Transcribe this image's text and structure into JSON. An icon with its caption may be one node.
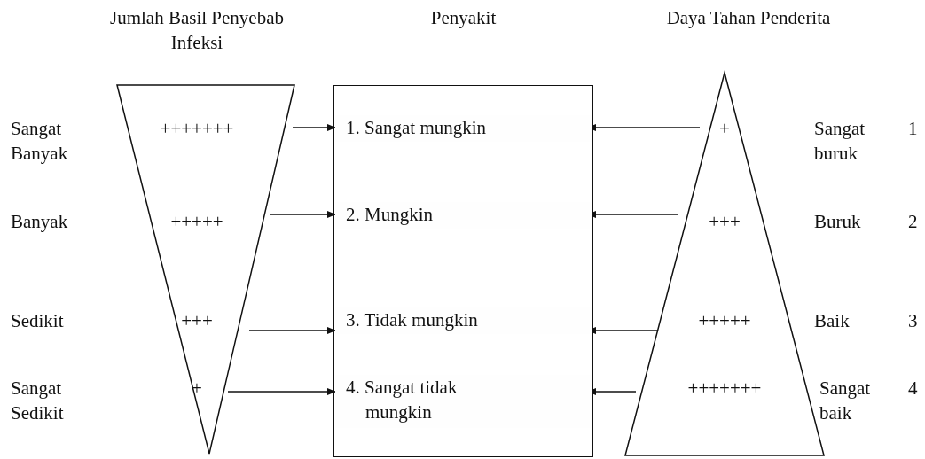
{
  "diagram": {
    "nodes": [
      {
        "text": [
          "Jumlah Basil Penyebab Infeksi",
          "+++++++",
          "+++++",
          "+++",
          "+"
        ]
      },
      {
        "text": [
          "Penyakit"
        ]
      },
      {
        "text": [
          "1. Sangat mungkin"
        ],
        "in": 1
      },
      {
        "text": [
          "2. Mungkin"
        ],
        "in": 1
      },
      {
        "text": [
          "3. Tidak mungkin"
        ],
        "in": 1
      },
      {
        "text": [
          "4. Sangat tidak mungkin"
        ],
        "in": 1
      },
      {
        "text": [
          "Daya Tahan Penderita",
          "+",
          "+++",
          "+++++",
          "+++++++"
        ]
      }
    ],
    "edges": [
      {
        "from": 0,
        "to": 2,
        "arrow": "to"
      },
      {
        "from": 0,
        "to": 3,
        "arrow": "to"
      },
      {
        "from": 0,
        "to": 4,
        "arrow": "to"
      },
      {
        "from": 0,
        "to": 5,
        "arrow": "to"
      },
      {
        "from": 6,
        "to": 2,
        "arrow": "to"
      },
      {
        "from": 6,
        "to": 3,
        "arrow": "to"
      },
      {
        "from": 6,
        "to": 4,
        "arrow": "to"
      },
      {
        "from": 6,
        "to": 5,
        "arrow": "to"
      }
    ],
    "labels": [
      "Sangat Banyak",
      "Sangat buruk",
      "1",
      "Banyak",
      "Buruk",
      "2",
      "Sedikit",
      "Baik",
      "3",
      "Sangat Sedikit",
      "Sangat baik",
      "4"
    ]
  }
}
